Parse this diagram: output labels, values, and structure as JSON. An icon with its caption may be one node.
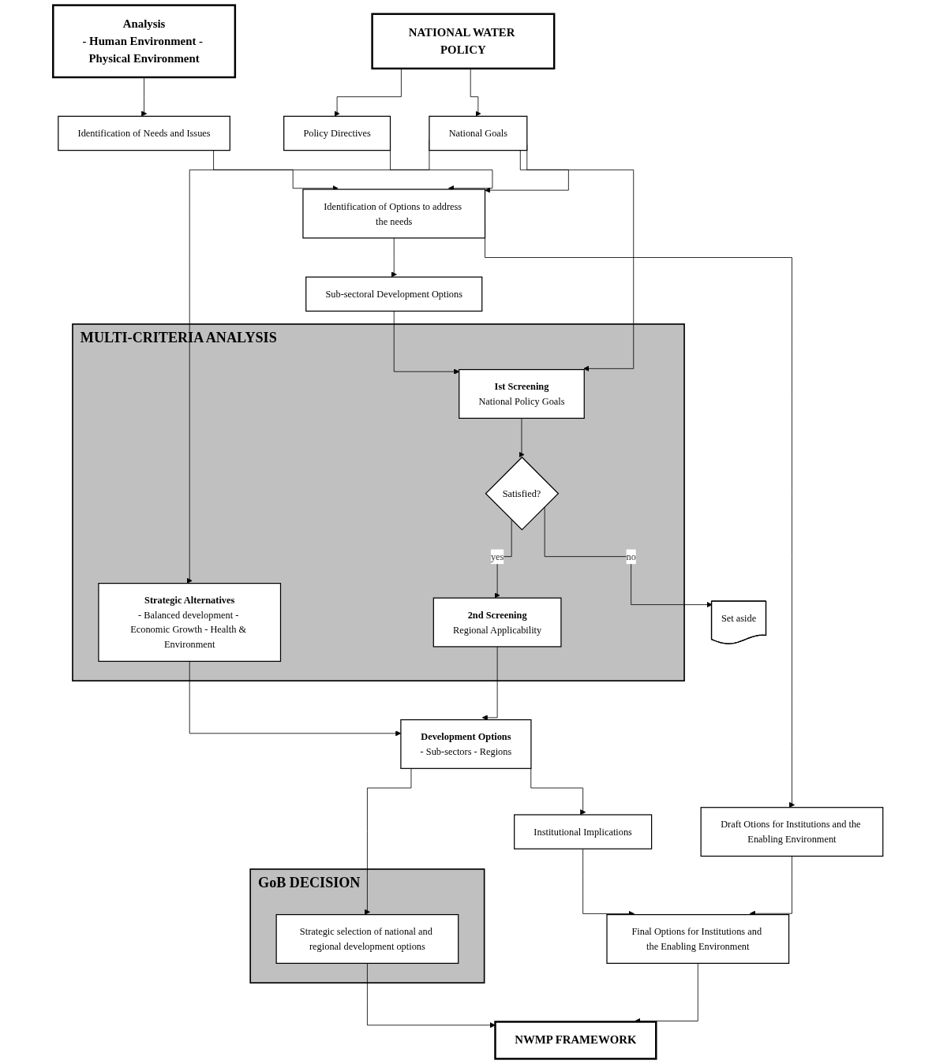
{
  "diagram": {
    "nodes": [
      {
        "text": [
          "NATIONAL WATER POLICY"
        ]
      },
      {
        "text": [
          "National Goals"
        ]
      },
      {
        "text": [
          "Policy Directives"
        ]
      },
      {
        "text": [
          "Analysis",
          "- Human Environment - Physical Environment"
        ]
      },
      {
        "text": [
          "Identification of Needs and Issues"
        ]
      },
      {
        "text": [
          "Identification of Options to address the needs"
        ]
      },
      {
        "text": [
          "Sub-sectoral Development Options"
        ]
      },
      {
        "text": [
          "Draft Otions for Institutions and the Enabling Environment"
        ]
      },
      {
        "text": [
          "MULTI-CRITERIA ANALYSIS"
        ]
      },
      {
        "text": [
          "Ist Screening",
          "National Policy Goals"
        ],
        "in": 8
      },
      {
        "text": [
          "Strategic Alternatives",
          "- Balanced development - Economic Growth - Health & Environment"
        ],
        "in": 8
      },
      {
        "text": [
          "Satisfied?"
        ],
        "in": 8
      },
      {
        "text": [
          "Set aside"
        ]
      },
      {
        "text": [
          "2nd Screening",
          "Regional Applicability"
        ],
        "in": 8
      },
      {
        "text": [
          "Development Options",
          "- Sub-sectors - Regions"
        ]
      },
      {
        "text": [
          "Institutional Implications"
        ]
      },
      {
        "text": [
          "GoB DECISION"
        ]
      },
      {
        "text": [
          "Strategic selection of national and regional development options"
        ],
        "in": 16
      },
      {
        "text": [
          "Final Options for Institutions and the Enabling Environment"
        ]
      },
      {
        "text": [
          "NWMP FRAMEWORK"
        ]
      }
    ],
    "edges": [
      {
        "from": 0,
        "to": 1,
        "arrow": "to"
      },
      {
        "from": 0,
        "to": 2,
        "arrow": "to"
      },
      {
        "from": 3,
        "to": 4,
        "arrow": "to"
      },
      {
        "from": 4,
        "to": 5,
        "arrow": "to"
      },
      {
        "from": 2,
        "to": 5,
        "arrow": "to"
      },
      {
        "from": 1,
        "to": 5,
        "arrow": "to"
      },
      {
        "from": 5,
        "to": 6,
        "arrow": "to"
      },
      {
        "from": 5,
        "to": 7,
        "arrow": "to"
      },
      {
        "from": 6,
        "to": 9,
        "arrow": "to"
      },
      {
        "from": 1,
        "to": 9,
        "arrow": "to"
      },
      {
        "from": 1,
        "to": 10,
        "arrow": "to"
      },
      {
        "from": 9,
        "to": 11,
        "arrow": "to"
      },
      {
        "from": 11,
        "to": 12,
        "label": "no",
        "arrow": "to"
      },
      {
        "from": 11,
        "to": 13,
        "label": "yes",
        "arrow": "to"
      },
      {
        "from": 10,
        "to": 14,
        "arrow": "to"
      },
      {
        "from": 13,
        "to": 14,
        "arrow": "to"
      },
      {
        "from": 14,
        "to": 15,
        "arrow": "to"
      },
      {
        "from": 14,
        "to": 17,
        "arrow": "to"
      },
      {
        "from": 15,
        "to": 18,
        "arrow": "to"
      },
      {
        "from": 7,
        "to": 18,
        "arrow": "to"
      },
      {
        "from": 17,
        "to": 19,
        "arrow": "to"
      },
      {
        "from": 18,
        "to": 19,
        "arrow": "to"
      }
    ]
  }
}
